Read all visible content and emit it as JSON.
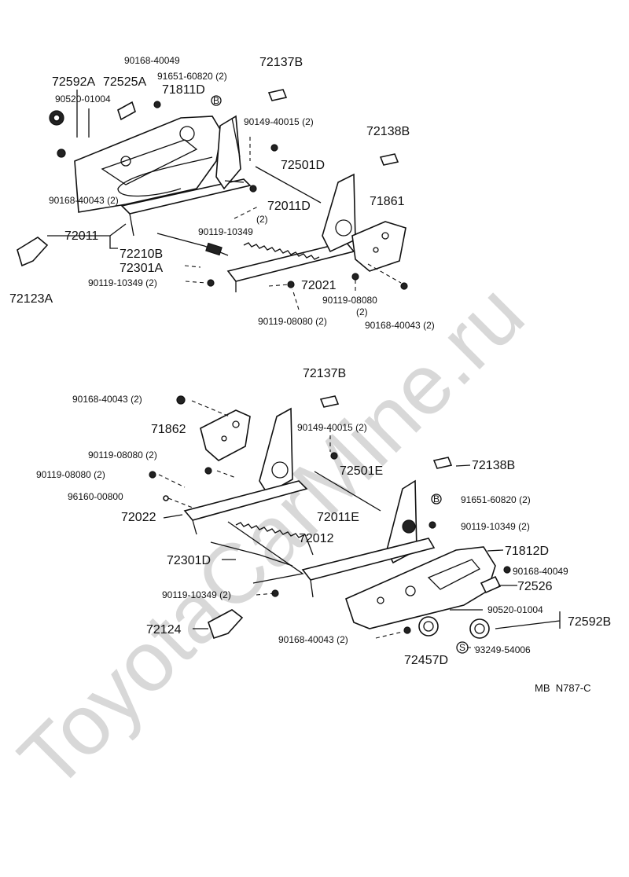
{
  "watermark": "ToyotaCarMine.ru",
  "footer_code": "MB  N787-C",
  "upper": {
    "p72592A": "72592A",
    "p72525A": "72525A",
    "p90168_40049": "90168-40049",
    "p91651_60820": "91651-60820 (2)",
    "p72137B": "72137B",
    "p71811D": "71811D",
    "p90520_01004": "90520-01004",
    "b_circle": "B",
    "p90149_40015": "90149-40015 (2)",
    "p72138B": "72138B",
    "p72501D": "72501D",
    "p90168_40043_left": "90168-40043 (2)",
    "p72011D": "72011D",
    "p72011D_qty": "(2)",
    "p71861": "71861",
    "p90119_10349": "90119-10349",
    "p72011": "72011",
    "p72210B": "72210B",
    "p72301A": "72301A",
    "p90119_10349_2": "90119-10349 (2)",
    "p72021": "72021",
    "p90119_08080": "90119-08080",
    "p90119_08080_qty": "(2)",
    "p72123A": "72123A",
    "p90119_08080_2": "90119-08080 (2)",
    "p90168_40043_right": "90168-40043 (2)"
  },
  "lower": {
    "p72137B": "72137B",
    "p90168_40043": "90168-40043 (2)",
    "p90149_40015": "90149-40015 (2)",
    "p71862": "71862",
    "p90119_08080_a": "90119-08080 (2)",
    "p72138B": "72138B",
    "p72501E": "72501E",
    "p90119_08080_b": "90119-08080 (2)",
    "p96160_00800": "96160-00800",
    "b_circle": "B",
    "p91651_60820": "91651-60820 (2)",
    "p72022": "72022",
    "p72011E": "72011E",
    "p90119_10349_right": "90119-10349 (2)",
    "p72012": "72012",
    "p71812D": "71812D",
    "p72301D": "72301D",
    "p90168_40049": "90168-40049",
    "p90119_10349_left": "90119-10349 (2)",
    "p72526": "72526",
    "p90520_01004": "90520-01004",
    "p72592B": "72592B",
    "p72124": "72124",
    "p90168_40043_b": "90168-40043 (2)",
    "s_circle": "S",
    "p93249_54006": "93249-54006",
    "p72457D": "72457D"
  }
}
